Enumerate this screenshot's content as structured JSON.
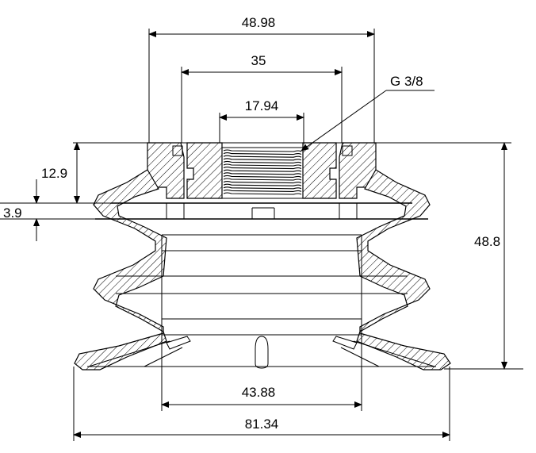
{
  "drawing": {
    "dimensions": {
      "top_outer": "48.98",
      "top_middle": "35",
      "bore": "17.94",
      "thread": "G 3/8",
      "fitting_height": "12.9",
      "lip_height": "3.9",
      "total_height": "48.8",
      "inner_diameter": "43.88",
      "outer_diameter": "81.34"
    }
  }
}
